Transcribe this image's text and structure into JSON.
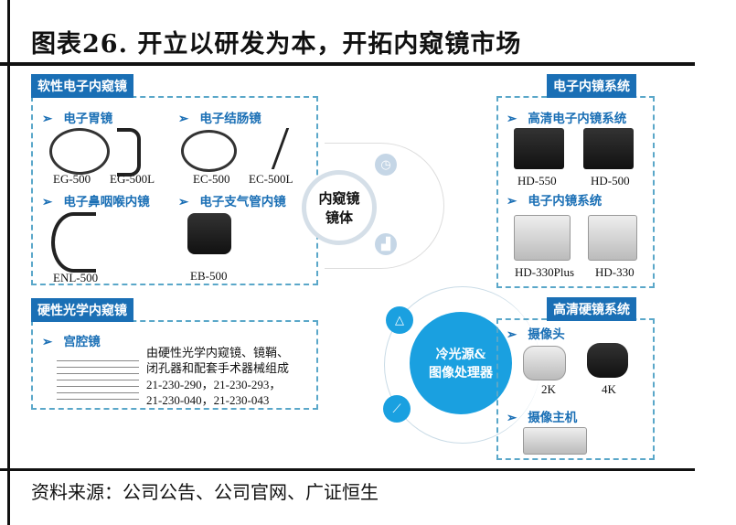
{
  "title": "图表26.  开立以研发为本，开拓内窥镜市场",
  "source": "资料来源：公司公告、公司官网、广证恒生",
  "flexible": {
    "label": "软性电子内窥镜",
    "groups": [
      {
        "name": "电子胃镜",
        "models": [
          "EG-500",
          "EG-500L"
        ]
      },
      {
        "name": "电子结肠镜",
        "models": [
          "EC-500",
          "EC-500L"
        ]
      },
      {
        "name": "电子鼻咽喉内镜",
        "models": [
          "ENL-500"
        ]
      },
      {
        "name": "电子支气管内镜",
        "models": [
          "EB-500"
        ]
      }
    ]
  },
  "electronic_system": {
    "label": "电子内镜系统",
    "groups": [
      {
        "name": "高清电子内镜系统",
        "models": [
          "HD-550",
          "HD-500"
        ]
      },
      {
        "name": "电子内镜系统",
        "models": [
          "HD-330Plus",
          "HD-330"
        ]
      }
    ]
  },
  "rigid": {
    "label": "硬性光学内窥镜",
    "group": "宫腔镜",
    "desc": [
      "由硬性光学内窥镜、镜鞘、",
      "闭孔器和配套手术器械组成",
      "21-230-290，21-230-293，",
      "21-230-040，21-230-043"
    ]
  },
  "hd_rigid": {
    "label": "高清硬镜系统",
    "groups": [
      {
        "name": "摄像头",
        "models": [
          "2K",
          "4K"
        ]
      },
      {
        "name": "摄像主机",
        "models": []
      }
    ]
  },
  "center1": {
    "line1": "内窥镜",
    "line2": "镜体"
  },
  "center2": {
    "line1": "冷光源&",
    "line2": "图像处理器"
  },
  "arrow": "➢",
  "colors": {
    "accent": "#1a6fb5",
    "circle": "#1aa0e0",
    "dash": "#5aa7c9"
  }
}
